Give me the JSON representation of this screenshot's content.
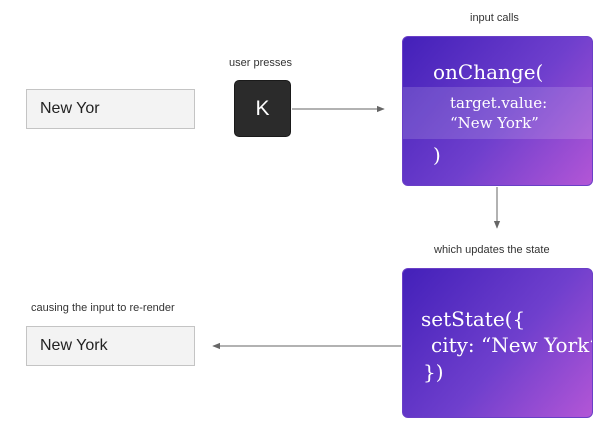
{
  "captions": {
    "user_presses": "user presses",
    "input_calls": "input calls",
    "updates_state": "which updates the state",
    "rerender": "causing the input to re-render"
  },
  "input_before": {
    "value": "New Yor"
  },
  "key": {
    "label": "K"
  },
  "onchange_card": {
    "line1": "onChange(",
    "line2": "target.value:",
    "line3": "“New York”",
    "line4": ")"
  },
  "setstate_card": {
    "line1": "setState({",
    "line2": "city: “New York”",
    "line3": "})"
  },
  "input_after": {
    "value": "New York"
  },
  "colors": {
    "card_gradient_start": "#4320b9",
    "card_gradient_end": "#b356d6",
    "key_background": "#2b2b2b",
    "arrow": "#666666",
    "input_background": "#f3f3f3"
  }
}
